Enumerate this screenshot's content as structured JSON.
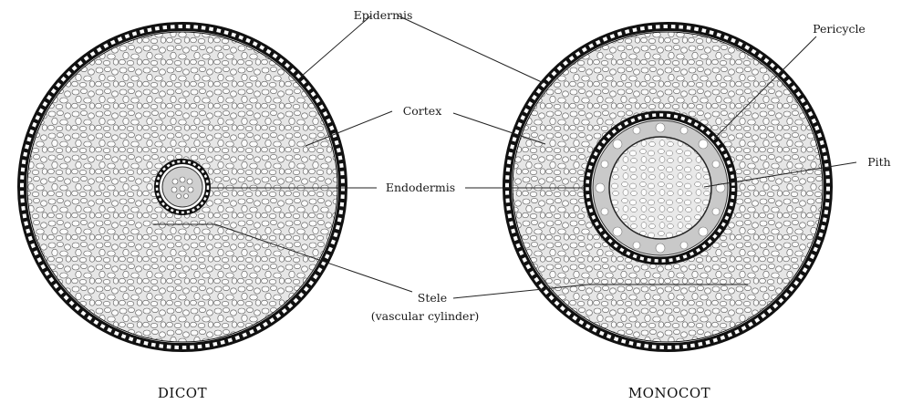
{
  "labels": {
    "epidermis": "Epidermis",
    "cortex": "Cortex",
    "endodermis": "Endodermis",
    "stele_line1": "Stele",
    "stele_line2": "(vascular cylinder)",
    "pericycle": "Pericycle",
    "pith": "Pith"
  },
  "captions": {
    "dicot": "DICOT",
    "monocot": "MONOCOT"
  },
  "colors": {
    "outline": "#111111",
    "cortex_fill": "#e6e6e6",
    "cell_stroke": "#555555",
    "pericycle_fill": "#c9c9c9",
    "pith_fill": "#e9e9e9"
  }
}
